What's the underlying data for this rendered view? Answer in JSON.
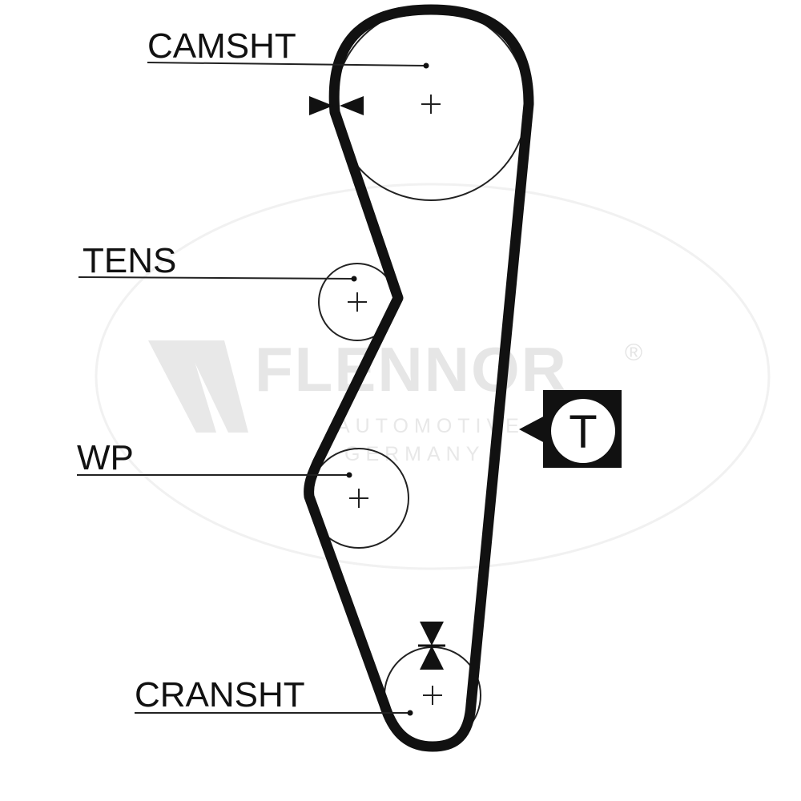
{
  "labels": {
    "camshaft": "CAMSHT",
    "tensioner": "TENS",
    "water_pump": "WP",
    "crankshaft": "CRANSHT"
  },
  "tensioner_symbol": "T",
  "watermark": {
    "brand": "FLENNOR",
    "registered": "®",
    "line1": "AUTOMOTIVE",
    "line2": "GERMANY"
  },
  "colors": {
    "belt": "#111111",
    "watermark": "#e6e6e6",
    "background": "#ffffff"
  },
  "icons": {
    "timing_mark_cam": "bowtie-arrow-icon",
    "timing_mark_crank": "hourglass-arrow-icon",
    "tensioner_marker": "tensioner-t-icon"
  }
}
